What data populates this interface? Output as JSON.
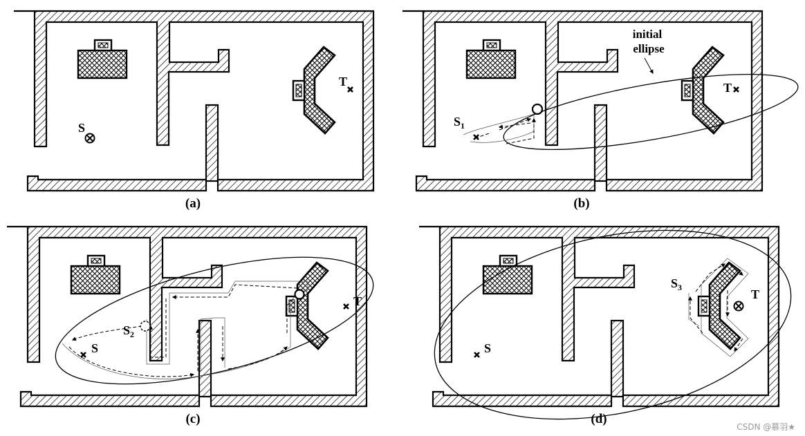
{
  "panels": [
    {
      "caption": "(a)",
      "start": "S",
      "start_sub": "",
      "target": "T",
      "show_ellipse": false
    },
    {
      "caption": "(b)",
      "start": "S",
      "start_sub": "1",
      "target": "T",
      "show_ellipse": true,
      "ellipse_note_1": "initial",
      "ellipse_note_2": "ellipse"
    },
    {
      "caption": "(c)",
      "start": "S",
      "start_sub": "",
      "intermediate": "S",
      "intermediate_sub": "2",
      "target": "T",
      "show_ellipse": true
    },
    {
      "caption": "(d)",
      "start": "S",
      "start_sub": "",
      "intermediate": "S",
      "intermediate_sub": "3",
      "target": "T",
      "show_ellipse": true
    }
  ],
  "watermark": "CSDN @慕羽★",
  "colors": {
    "ink": "#000000",
    "background": "#ffffff",
    "watermark": "#9a9a9a"
  }
}
